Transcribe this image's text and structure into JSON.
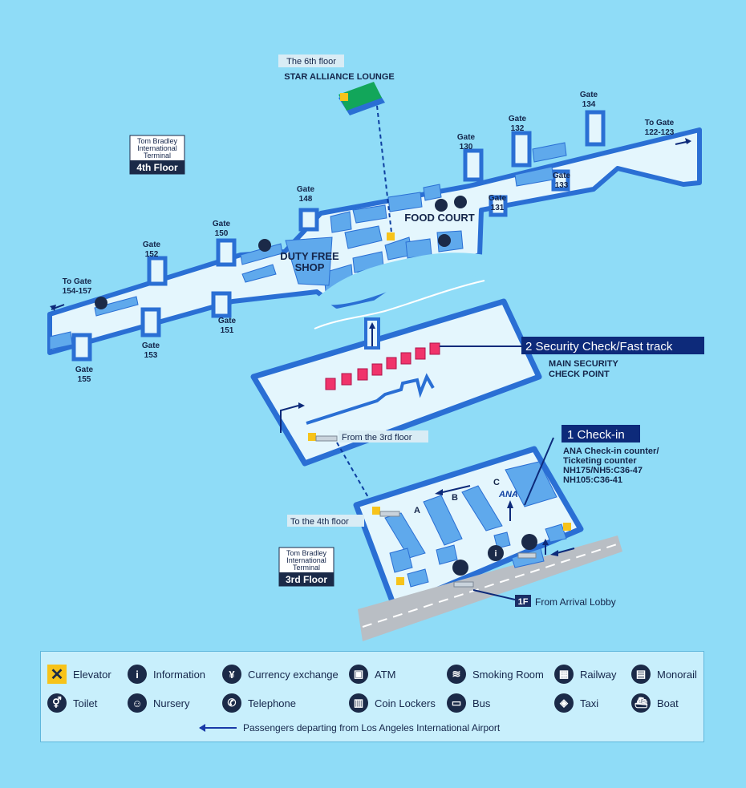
{
  "floor4": {
    "sign_line1": "Tom Bradley",
    "sign_line2": "International",
    "sign_line3": "Terminal",
    "floor": "4th Floor"
  },
  "floor3": {
    "sign_line1": "Tom Bradley",
    "sign_line2": "International",
    "sign_line3": "Terminal",
    "floor": "3rd Floor"
  },
  "lounge": {
    "floor": "The 6th floor",
    "name": "STAR ALLIANCE LOUNGE"
  },
  "gates": {
    "g134": [
      "Gate",
      "134"
    ],
    "g132": [
      "Gate",
      "132"
    ],
    "g130": [
      "Gate",
      "130"
    ],
    "g131": [
      "Gate",
      "131"
    ],
    "g133": [
      "Gate",
      "133"
    ],
    "g148": [
      "Gate",
      "148"
    ],
    "g150": [
      "Gate",
      "150"
    ],
    "g152": [
      "Gate",
      "152"
    ],
    "g151": [
      "Gate",
      "151"
    ],
    "g153": [
      "Gate",
      "153"
    ],
    "g155": [
      "Gate",
      "155"
    ],
    "to_122": [
      "To Gate",
      "122-123"
    ],
    "to_154": [
      "To Gate",
      "154-157"
    ]
  },
  "areas": {
    "food_court": "FOOD COURT",
    "duty_free_1": "DUTY FREE",
    "duty_free_2": "SHOP",
    "main_security_1": "MAIN SECURITY",
    "main_security_2": "CHECK POINT",
    "from_3rd": "From the 3rd floor",
    "to_4th": "To the 4th floor",
    "counter_a": "A",
    "counter_b": "B",
    "counter_c": "C",
    "ana_logo": "ANA",
    "from_arrival_tag": "1F",
    "from_arrival": "From Arrival Lobby"
  },
  "callouts": {
    "security": "2 Security Check/Fast track",
    "checkin": "1 Check-in",
    "checkin_detail": [
      "ANA Check-in counter/",
      "Ticketing counter",
      "NH175/NH5:C36-47",
      "NH105:C36-41"
    ]
  },
  "legend": {
    "items": [
      {
        "icon": "elevator-icon",
        "glyph": "✕",
        "label": "Elevator"
      },
      {
        "icon": "information-icon",
        "glyph": "i",
        "label": "Information"
      },
      {
        "icon": "currency-exchange-icon",
        "glyph": "¥",
        "label": "Currency exchange"
      },
      {
        "icon": "atm-icon",
        "glyph": "▣",
        "label": "ATM"
      },
      {
        "icon": "smoking-room-icon",
        "glyph": "≋",
        "label": "Smoking Room"
      },
      {
        "icon": "railway-icon",
        "glyph": "▦",
        "label": "Railway"
      },
      {
        "icon": "monorail-icon",
        "glyph": "▤",
        "label": "Monorail"
      },
      {
        "icon": "toilet-icon",
        "glyph": "⚥",
        "label": "Toilet"
      },
      {
        "icon": "nursery-icon",
        "glyph": "☺",
        "label": "Nursery"
      },
      {
        "icon": "telephone-icon",
        "glyph": "✆",
        "label": "Telephone"
      },
      {
        "icon": "coin-lockers-icon",
        "glyph": "▥",
        "label": "Coin Lockers"
      },
      {
        "icon": "bus-icon",
        "glyph": "▭",
        "label": "Bus"
      },
      {
        "icon": "taxi-icon",
        "glyph": "◈",
        "label": "Taxi"
      },
      {
        "icon": "boat-icon",
        "glyph": "⛴",
        "label": "Boat"
      }
    ],
    "note": "Passengers departing from Los Angeles International Airport"
  },
  "colors": {
    "background": "#8fdcf7",
    "floor": "#e4f6fd",
    "wall": "#2a6fd4",
    "block": "#5fa9ec",
    "navy": "#0d2a7a",
    "elevator": "#f7c31a",
    "security_booth": "#f0346b"
  }
}
